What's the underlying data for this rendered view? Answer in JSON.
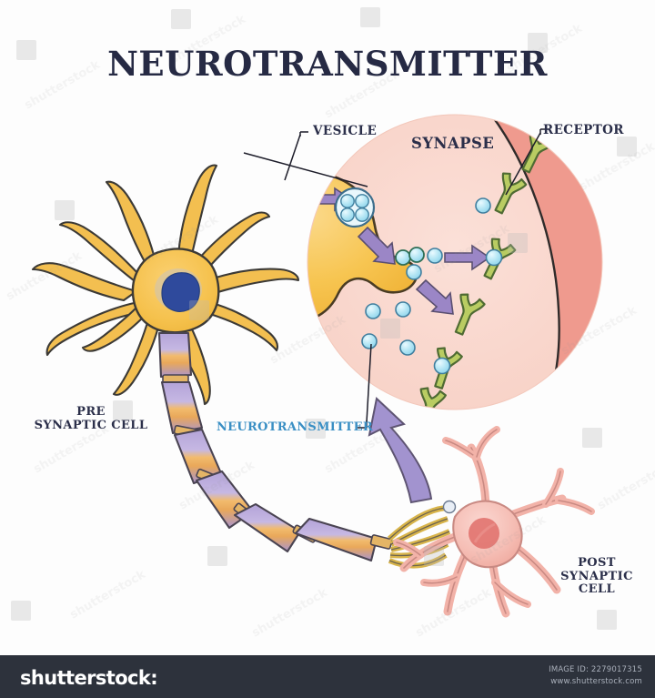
{
  "title": "NEUROTRANSMITTER",
  "labels": {
    "vesicle": "VESICLE",
    "synapse": "SYNAPSE",
    "receptor": "RECEPTOR",
    "pre_synaptic_cell": "PRE\nSYNAPTIC CELL",
    "post_synaptic_cell": "POST\nSYNAPTIC CELL",
    "neurotransmitter": "NEUROTRANSMITTER"
  },
  "colors": {
    "title": "#262a44",
    "label_dark": "#2b2f4a",
    "label_blue": "#3a8fc4",
    "soma_fill": "#f7c34f",
    "soma_stroke": "#3a3a38",
    "nucleus_fill": "#2f4a9c",
    "axon_purple": "#ab9ad4",
    "axon_orange": "#f0b45e",
    "terminal_fill": "#f5bd45",
    "synapse_circle": "#f9d8cf",
    "post_membrane": "#ef9a8e",
    "receptor_green": "#b9cc62",
    "neurotransmitter_blue": "#a9e2f2",
    "arrow_purple": "#9b86c6",
    "post_cell_fill": "#f4b8b0",
    "post_nucleus": "#e0716c",
    "footer_bg": "#2d323c",
    "footer_text": "#aab0bb"
  },
  "diagram": {
    "type": "biology-illustration",
    "subject": "chemical synapse neurotransmission",
    "parts": [
      {
        "name": "pre-synaptic-neuron",
        "description": "orange soma with dendrites and blue nucleus"
      },
      {
        "name": "myelinated-axon",
        "description": "purple and orange myelin segments with nodes of Ranvier"
      },
      {
        "name": "axon-terminal",
        "description": "yellow presynaptic bouton inside magnifier"
      },
      {
        "name": "synaptic-vesicles",
        "description": "two vesicles each containing four neurotransmitter molecules"
      },
      {
        "name": "synaptic-cleft",
        "description": "pale pink gap with free neurotransmitter molecules"
      },
      {
        "name": "receptors",
        "description": "green Y-shaped receptors on post-synaptic membrane"
      },
      {
        "name": "post-synaptic-neuron",
        "description": "pink soma with red nucleus and dendrites"
      },
      {
        "name": "magnifier-arrow",
        "description": "large curved purple arrow linking post synaptic cell to synapse close-up"
      }
    ],
    "vesicle_molecule_count": 4,
    "free_molecule_count": 9,
    "receptor_count": 7,
    "myelin_segment_count": 6
  },
  "footer": {
    "logo": "shutterstock",
    "logo_mark": ":",
    "image_id": "IMAGE ID: 2279017315",
    "website": "www.shutterstock.com"
  },
  "watermark": {
    "text": "shutterstock",
    "repeat": true
  }
}
